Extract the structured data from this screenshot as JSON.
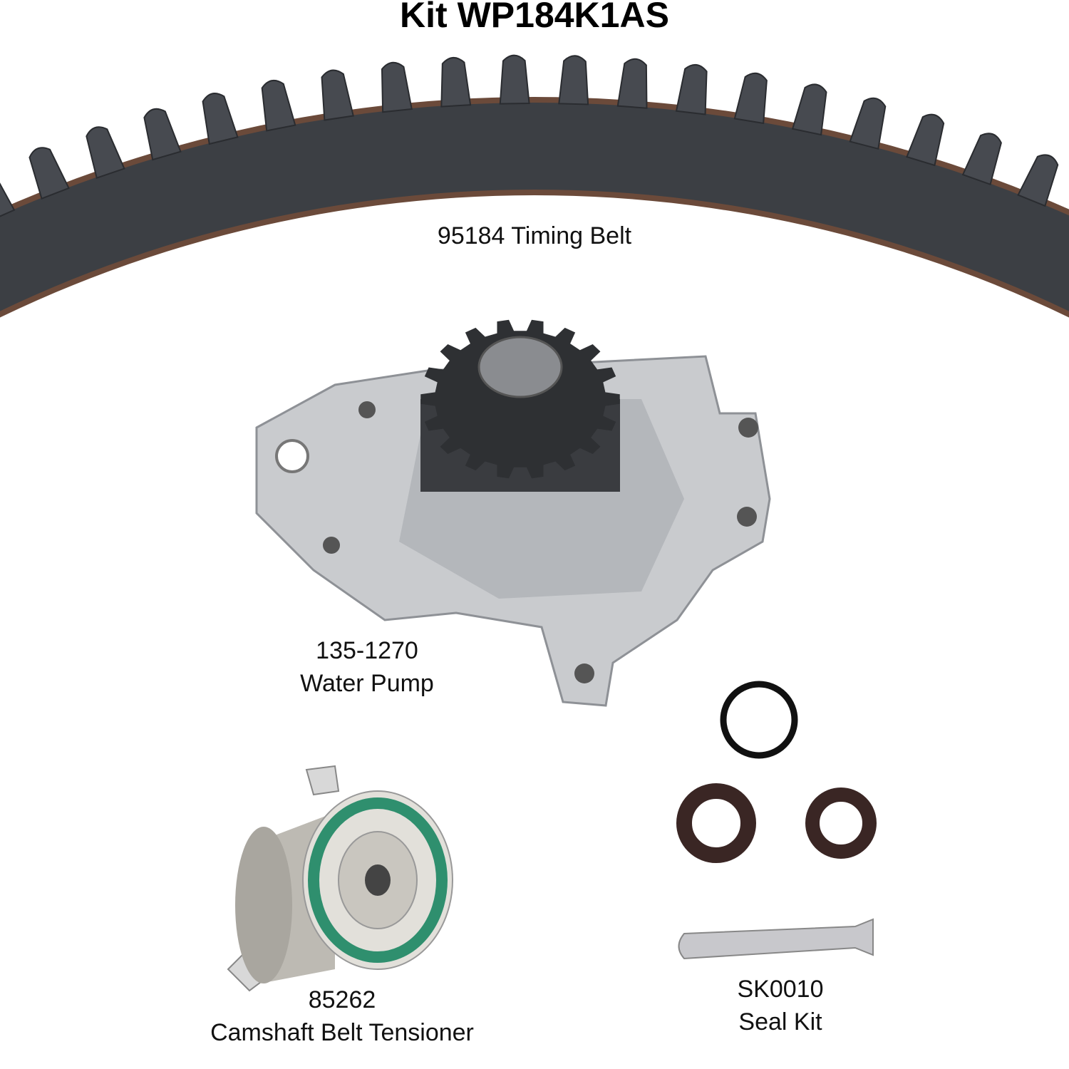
{
  "title": "Kit WP184K1AS",
  "parts": [
    {
      "number": "95184",
      "name": "Timing Belt",
      "label": "95184 Timing Belt"
    },
    {
      "number": "135-1270",
      "name": "Water Pump"
    },
    {
      "number": "85262",
      "name": "Camshaft Belt Tensioner"
    },
    {
      "number": "SK0010",
      "name": "Seal Kit"
    }
  ],
  "colors": {
    "belt": "#3c3f44",
    "belt_edge": "#6b4a3a",
    "pump": "#c9cbce",
    "gear": "#2e3033",
    "tensioner_ring": "#2f8f6e",
    "seal": "#3a2624"
  }
}
